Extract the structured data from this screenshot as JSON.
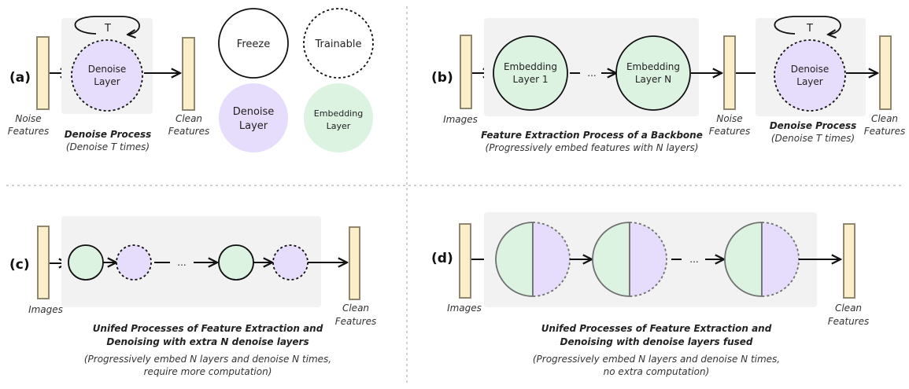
{
  "panels": {
    "a": {
      "label": "(a)",
      "loop_label": "T",
      "denoise_layer": [
        "Denoise",
        "Layer"
      ],
      "input_caption": [
        "Noise",
        "Features"
      ],
      "output_caption": [
        "Clean",
        "Features"
      ],
      "process_title": "Denoise Process",
      "process_subtitle": "(Denoise T times)"
    },
    "legend": {
      "freeze": "Freeze",
      "trainable": "Trainable",
      "denoise_layer": [
        "Denoise",
        "Layer"
      ],
      "embedding_layer": [
        "Embedding",
        "Layer"
      ]
    },
    "b": {
      "label": "(b)",
      "input_caption": "Images",
      "embedding_first": [
        "Embedding",
        "Layer 1"
      ],
      "embedding_last": [
        "Embedding",
        "Layer N"
      ],
      "ellipsis": "...",
      "noise_caption": [
        "Noise",
        "Features"
      ],
      "loop_label": "T",
      "denoise_layer": [
        "Denoise",
        "Layer"
      ],
      "output_caption": [
        "Clean",
        "Features"
      ],
      "backbone_title": "Feature Extraction Process of a Backbone",
      "backbone_subtitle": "(Progressively embed features  with  N layers)",
      "process_title": "Denoise Process",
      "process_subtitle": "(Denoise T times)"
    },
    "c": {
      "label": "(c)",
      "input_caption": "Images",
      "ellipsis": "...",
      "output_caption": [
        "Clean",
        "Features"
      ],
      "title": [
        "Unifed Processes of Feature Extraction and",
        "Denoising with extra N denoise layers"
      ],
      "subtitle": [
        "(Progressively embed  N layers and denoise N times,",
        "require more computation)"
      ]
    },
    "d": {
      "label": "(d)",
      "input_caption": "Images",
      "ellipsis": "...",
      "output_caption": [
        "Clean",
        "Features"
      ],
      "title": [
        "Unifed Processes of Feature Extraction and",
        "Denoising with denoise layers fused"
      ],
      "subtitle": [
        "(Progressively embed  N layers and denoise N times,",
        "no extra computation)"
      ]
    }
  },
  "colors": {
    "feature_bar": "#fbeec8",
    "denoise_fill": "#e6dcfb",
    "embedding_fill": "#dcf3e2",
    "process_bg": "#f2f2f2"
  }
}
